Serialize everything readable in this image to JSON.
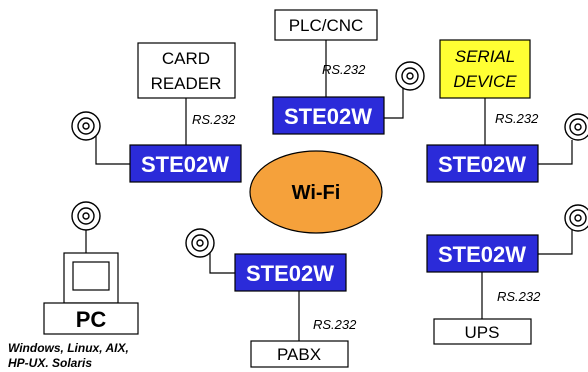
{
  "wifi": {
    "label": "Wi-Fi",
    "fill": "#f5a13b"
  },
  "module_label": "STE02W",
  "module_color": "#2b2bd9",
  "serial_device_color": "#ffff33",
  "interface_label": "RS.232",
  "devices": {
    "card_reader": [
      "CARD",
      "READER"
    ],
    "plc": "PLC/CNC",
    "serial_device": [
      "SERIAL",
      "DEVICE"
    ],
    "pabx": "PABX",
    "ups": "UPS",
    "pc": "PC"
  },
  "os_list": [
    "Windows, Linux, AIX,",
    "HP-UX. Solaris"
  ],
  "icons": [
    "antenna-icon",
    "monitor-icon"
  ]
}
